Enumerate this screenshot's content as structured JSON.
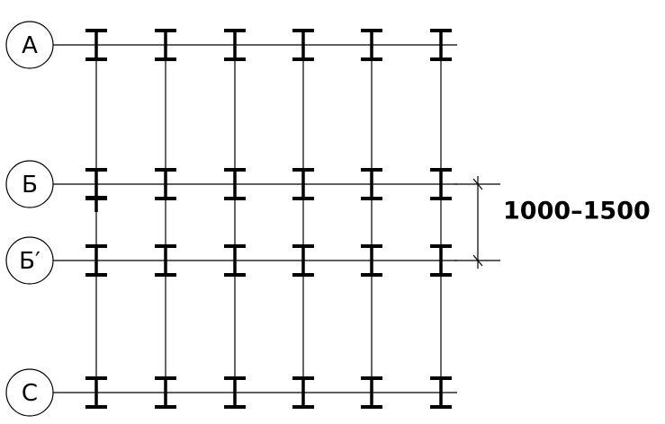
{
  "axes": [
    {
      "id": "A",
      "label": "А"
    },
    {
      "id": "B",
      "label": "Б"
    },
    {
      "id": "B1",
      "label": "Б′"
    },
    {
      "id": "C",
      "label": "С"
    }
  ],
  "dimension": {
    "label": "1000–1500"
  },
  "colors": {
    "ink": "#000000",
    "paper": "#ffffff"
  }
}
